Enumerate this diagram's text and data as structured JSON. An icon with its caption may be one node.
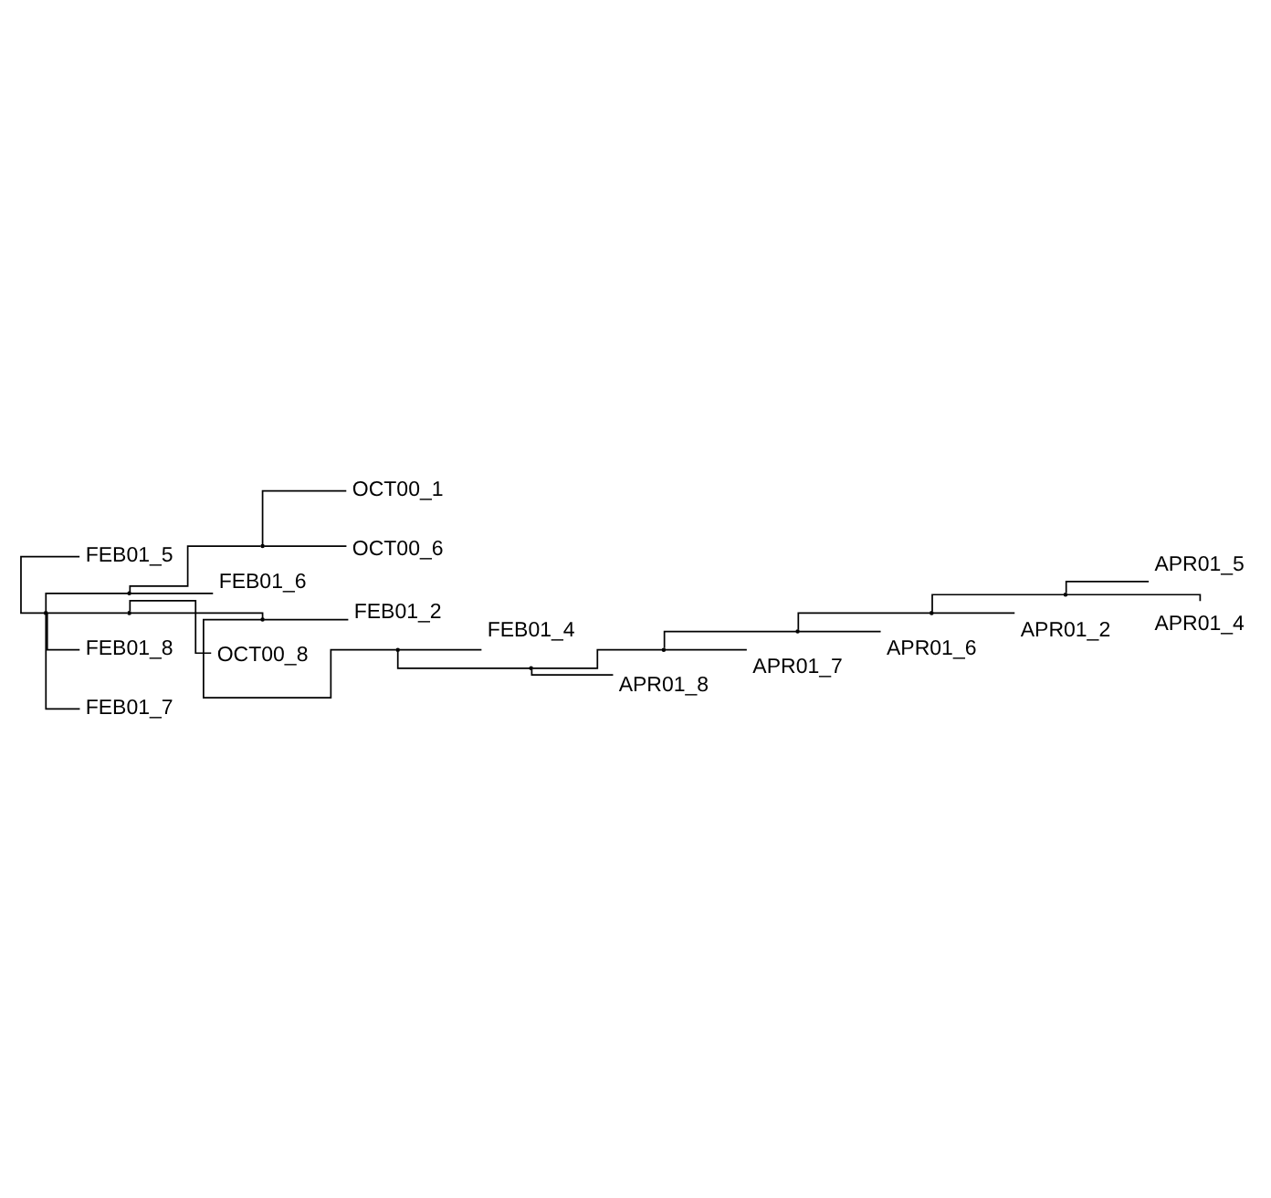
{
  "diagram": {
    "nodes": [
      {
        "text": [],
        "shape": "point"
      },
      {
        "text": [
          "FEB01_5"
        ]
      },
      {
        "text": [],
        "shape": "point"
      },
      {
        "text": [],
        "shape": "point"
      },
      {
        "text": [
          "OCT00_1"
        ]
      },
      {
        "text": [
          "OCT00_6"
        ]
      },
      {
        "text": [
          "FEB01_6"
        ]
      },
      {
        "text": [],
        "shape": "point"
      },
      {
        "text": [],
        "shape": "point"
      },
      {
        "text": [
          "FEB01_2"
        ]
      },
      {
        "text": [],
        "shape": "point"
      },
      {
        "text": [
          "FEB01_4"
        ]
      },
      {
        "text": [],
        "shape": "point"
      },
      {
        "text": [],
        "shape": "point"
      },
      {
        "text": [],
        "shape": "point"
      },
      {
        "text": [],
        "shape": "point"
      },
      {
        "text": [],
        "shape": "point"
      },
      {
        "text": [
          "APR01_5"
        ]
      },
      {
        "text": [
          "APR01_4"
        ]
      },
      {
        "text": [
          "APR01_2"
        ]
      },
      {
        "text": [
          "APR01_6"
        ]
      },
      {
        "text": [
          "APR01_7"
        ]
      },
      {
        "text": [
          "APR01_8"
        ]
      },
      {
        "text": [
          "OCT00_8"
        ]
      },
      {
        "text": [
          "FEB01_8"
        ]
      },
      {
        "text": [
          "FEB01_7"
        ]
      }
    ],
    "edges": [
      {
        "from": 0,
        "to": 1,
        "arrow": "none"
      },
      {
        "from": 0,
        "to": 2,
        "arrow": "none"
      },
      {
        "from": 2,
        "to": 3,
        "arrow": "none"
      },
      {
        "from": 3,
        "to": 4,
        "arrow": "none"
      },
      {
        "from": 3,
        "to": 5,
        "arrow": "none"
      },
      {
        "from": 2,
        "to": 6,
        "arrow": "none"
      },
      {
        "from": 0,
        "to": 7,
        "arrow": "none"
      },
      {
        "from": 7,
        "to": 8,
        "arrow": "none"
      },
      {
        "from": 8,
        "to": 9,
        "arrow": "none"
      },
      {
        "from": 8,
        "to": 10,
        "arrow": "none"
      },
      {
        "from": 10,
        "to": 11,
        "arrow": "none"
      },
      {
        "from": 10,
        "to": 12,
        "arrow": "none"
      },
      {
        "from": 12,
        "to": 13,
        "arrow": "none"
      },
      {
        "from": 13,
        "to": 14,
        "arrow": "none"
      },
      {
        "from": 14,
        "to": 15,
        "arrow": "none"
      },
      {
        "from": 15,
        "to": 16,
        "arrow": "none"
      },
      {
        "from": 16,
        "to": 17,
        "arrow": "none"
      },
      {
        "from": 16,
        "to": 18,
        "arrow": "none"
      },
      {
        "from": 15,
        "to": 19,
        "arrow": "none"
      },
      {
        "from": 14,
        "to": 20,
        "arrow": "none"
      },
      {
        "from": 13,
        "to": 21,
        "arrow": "none"
      },
      {
        "from": 12,
        "to": 22,
        "arrow": "none"
      },
      {
        "from": 7,
        "to": 23,
        "arrow": "none"
      },
      {
        "from": 0,
        "to": 24,
        "arrow": "none"
      },
      {
        "from": 0,
        "to": 25,
        "arrow": "none"
      }
    ]
  }
}
